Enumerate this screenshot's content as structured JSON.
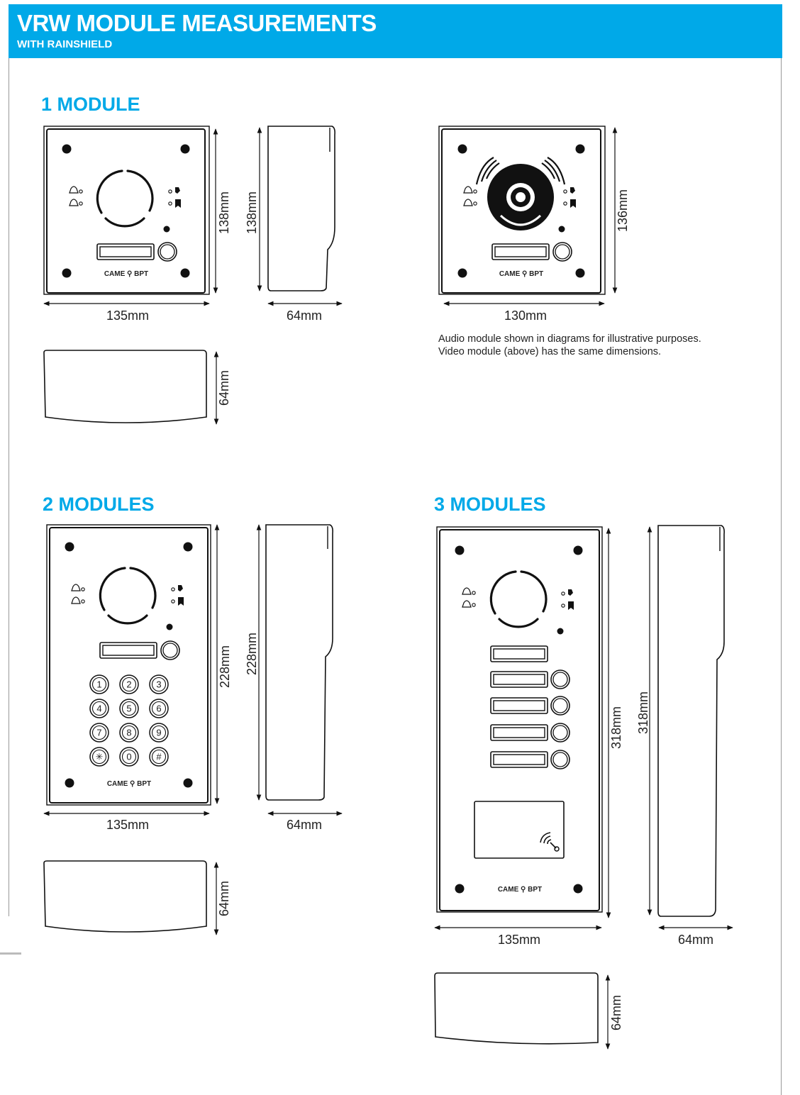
{
  "header": {
    "title": "VRW MODULE MEASUREMENTS",
    "subtitle": "WITH RAINSHIELD"
  },
  "sections": {
    "one": {
      "title": "1 MODULE",
      "width_label": "135mm",
      "height_front_label": "138mm",
      "height_side_label": "138mm",
      "depth_side_label": "64mm",
      "depth_top_label": "64mm"
    },
    "video": {
      "width_label": "130mm",
      "height_label": "136mm",
      "note_line1": "Audio module shown in diagrams for illustrative purposes.",
      "note_line2": "Video module (above) has the same dimensions."
    },
    "two": {
      "title": "2 MODULES",
      "width_label": "135mm",
      "height_front_label": "228mm",
      "height_side_label": "228mm",
      "depth_side_label": "64mm",
      "depth_top_label": "64mm"
    },
    "three": {
      "title": "3 MODULES",
      "width_label": "135mm",
      "height_front_label": "318mm",
      "height_side_label": "318mm",
      "depth_side_label": "64mm",
      "depth_top_label": "64mm"
    }
  },
  "panel": {
    "logo": "CAME ⚲ BPT",
    "keypad": [
      "1",
      "2",
      "3",
      "4",
      "5",
      "6",
      "7",
      "8",
      "9",
      "✳",
      "0",
      "#"
    ]
  }
}
